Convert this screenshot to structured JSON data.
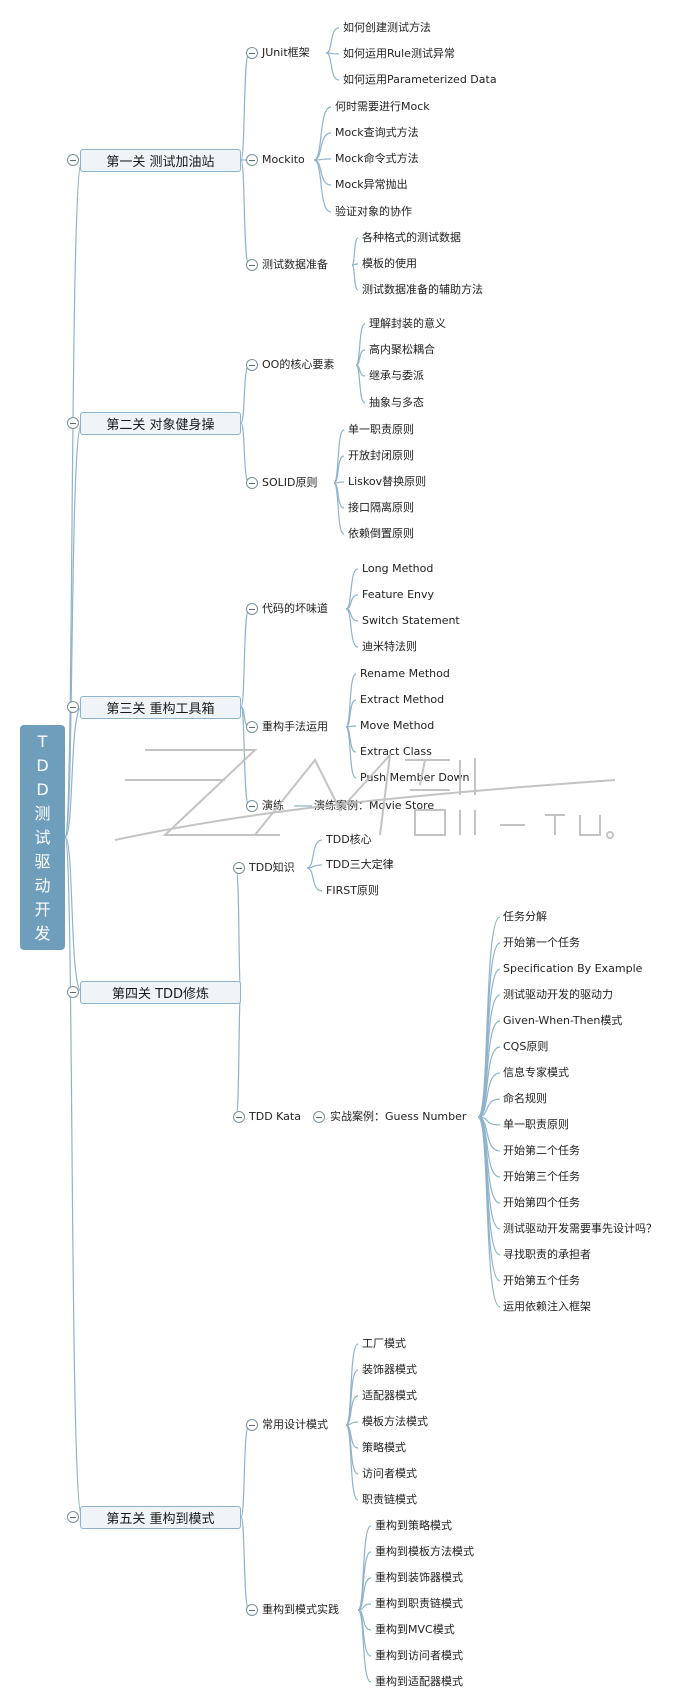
{
  "root": {
    "chars": [
      "T",
      "D",
      "D",
      "测",
      "试",
      "驱",
      "动",
      "开",
      "发"
    ]
  },
  "level1": [
    {
      "label": "第一关 测试加油站"
    },
    {
      "label": "第二关 对象健身操"
    },
    {
      "label": "第三关 重构工具箱"
    },
    {
      "label": "第四关 TDD修炼"
    },
    {
      "label": "第五关 重构到模式"
    }
  ],
  "level2": [
    {
      "label": "JUnit框架"
    },
    {
      "label": "Mockito"
    },
    {
      "label": "测试数据准备"
    },
    {
      "label": "OO的核心要素"
    },
    {
      "label": "SOLID原则"
    },
    {
      "label": "代码的坏味道"
    },
    {
      "label": "重构手法运用"
    },
    {
      "label": "演练"
    },
    {
      "label": "TDD知识"
    },
    {
      "label": "TDD Kata"
    },
    {
      "label": "常用设计模式"
    },
    {
      "label": "重构到模式实践"
    }
  ],
  "level3": [
    {
      "label": "演练案例：Movie Store"
    },
    {
      "label": "实战案例：Guess Number"
    }
  ],
  "leaves": [
    "如何创建测试方法",
    "如何运用Rule测试异常",
    "如何运用Parameterized Data",
    "何时需要进行Mock",
    "Mock查询式方法",
    "Mock命令式方法",
    "Mock异常抛出",
    "验证对象的协作",
    "各种格式的测试数据",
    "模板的使用",
    "测试数据准备的辅助方法",
    "理解封装的意义",
    "高内聚松耦合",
    "继承与委派",
    "抽象与多态",
    "单一职责原则",
    "开放封闭原则",
    "Liskov替换原则",
    "接口隔离原则",
    "依赖倒置原则",
    "Long Method",
    "Feature Envy",
    "Switch Statement",
    "迪米特法则",
    "Rename Method",
    "Extract Method",
    "Move Method",
    "Extract Class",
    "Push Member Down",
    "TDD核心",
    "TDD三大定律",
    "FIRST原则",
    "任务分解",
    "开始第一个任务",
    "Specification By Example",
    "测试驱动开发的驱动力",
    "Given-When-Then模式",
    "CQS原则",
    "信息专家模式",
    "命名规则",
    "单一职责原则",
    "开始第二个任务",
    "开始第三个任务",
    "开始第四个任务",
    "测试驱动开发需要事先设计吗？",
    "寻找职责的承担者",
    "开始第五个任务",
    "运用依赖注入框架",
    "工厂模式",
    "装饰器模式",
    "适配器模式",
    "模板方法模式",
    "策略模式",
    "访问者模式",
    "职责链模式",
    "重构到策略模式",
    "重构到模板方法模式",
    "重构到装饰器模式",
    "重构到职责链模式",
    "重构到MVC模式",
    "重构到访问者模式",
    "重构到适配器模式"
  ],
  "colors": {
    "line": "#8fb3cc",
    "root_fill": "#6f9ebc",
    "box_fill": "#eef4f8",
    "box_border": "#8fb3cc"
  }
}
